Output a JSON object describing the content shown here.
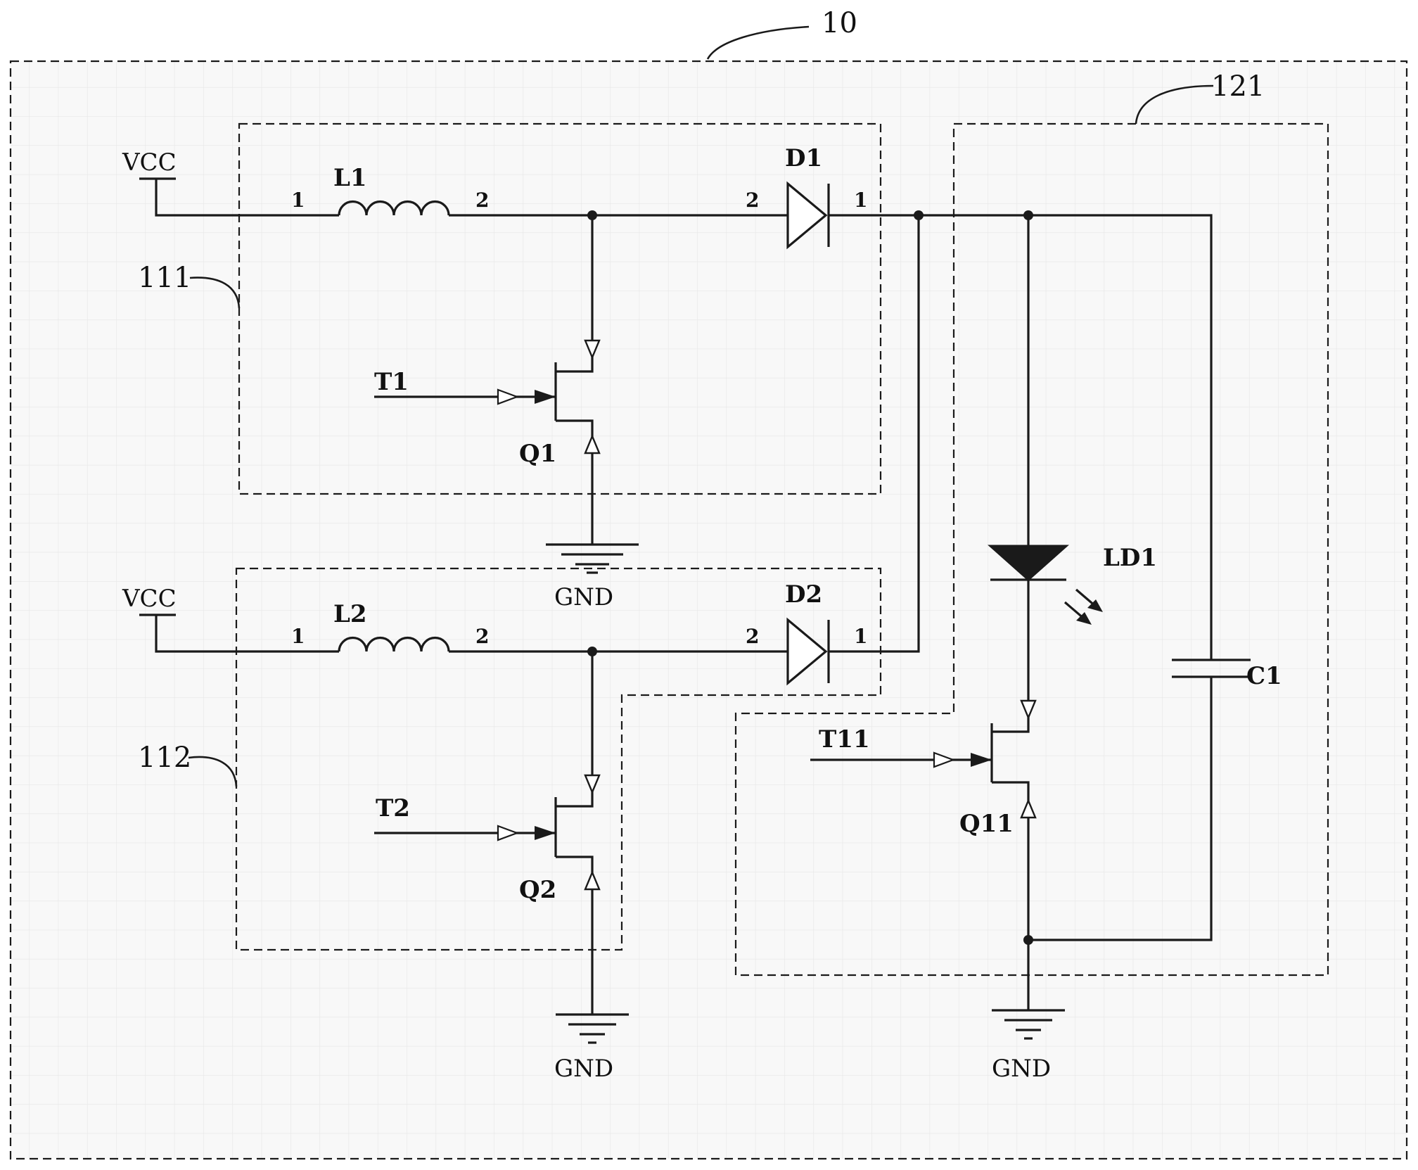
{
  "labels": {
    "system": "10",
    "block_boost1": "111",
    "block_boost2": "112",
    "block_emitter": "121",
    "vcc1": "VCC",
    "vcc2": "VCC",
    "l1": "L1",
    "l2": "L2",
    "l1_pin1": "1",
    "l1_pin2": "2",
    "l2_pin1": "1",
    "l2_pin2": "2",
    "d1": "D1",
    "d2": "D2",
    "d1_pin2": "2",
    "d1_pin1": "1",
    "d2_pin2": "2",
    "d2_pin1": "1",
    "t1": "T1",
    "t2": "T2",
    "t11": "T11",
    "q1": "Q1",
    "q2": "Q2",
    "q11": "Q11",
    "gnd1": "GND",
    "gnd2": "GND",
    "gnd3": "GND",
    "ld1": "LD1",
    "c1": "C1"
  },
  "colors": {
    "ink": "#1a1a1a",
    "grid": "#e6e6e6",
    "background": "#f7f7f7"
  }
}
